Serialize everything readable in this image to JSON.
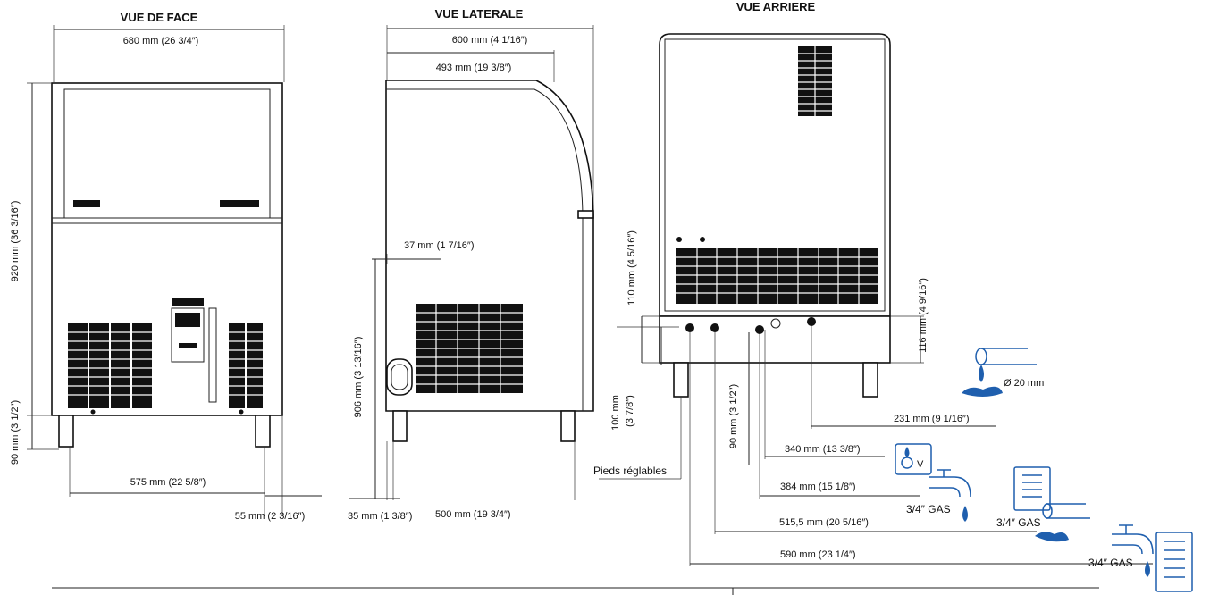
{
  "views": {
    "front": "VUE DE FACE",
    "side": "VUE LATERALE",
    "rear": "VUE ARRIERE"
  },
  "front_dims": {
    "width": "680 mm  (26 3/4″)",
    "height": "920 mm  (36 3/16″)",
    "leg_height": "90 mm  (3 1/2″)",
    "leg_span": "575 mm  (22 5/8″)",
    "leg_offset": "55 mm  (2 3/16″)"
  },
  "side_dims": {
    "depth": "600 mm  (4 1/16″)",
    "top_depth": "493 mm  (19 3/8″)",
    "inlet_offset": "37 mm  (1 7/16″)",
    "inlet_height": "906 mm  (3 13/16″)",
    "front_offset": "35 mm  (1 3/8″)",
    "leg_span": "500 mm  (19 3/4″)"
  },
  "rear_dims": {
    "panel_height": "110 mm  (4 5/16″)",
    "connector_height": "116 mm  (4 9/16″)",
    "base_height": "100 mm",
    "base_height_in": "(3 7/8″)",
    "conn_height": "90 mm  (3 1/2″)",
    "d231": "231 mm  (9 1/16″)",
    "d340": "340 mm  (13 3/8″)",
    "d384": "384 mm  (15 1/8″)",
    "d515": "515,5 mm  (20 5/16″)",
    "d590": "590 mm  (23 1/4″)"
  },
  "labels": {
    "feet": "Pieds réglables",
    "drain": "Ø 20 mm",
    "gas1": "3/4″ GAS",
    "gas2": "3/4″ GAS",
    "gas3": "3/4″ GAS",
    "valve": "V"
  },
  "colors": {
    "line": "#111111",
    "accent": "#1f5fae"
  }
}
